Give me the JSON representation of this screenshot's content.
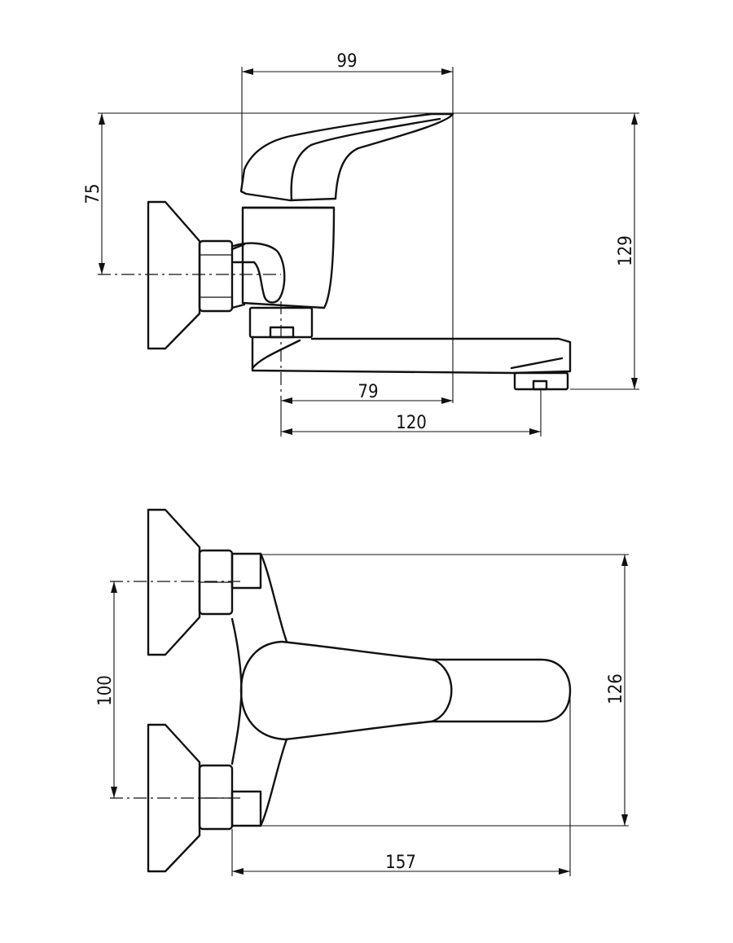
{
  "dimensions": {
    "side_top_width": "99",
    "side_handle_height": "75",
    "side_total_height": "129",
    "side_spout_reach": "79",
    "side_spout_length": "120",
    "top_center_distance": "100",
    "top_depth": "126",
    "top_total_length": "157"
  }
}
